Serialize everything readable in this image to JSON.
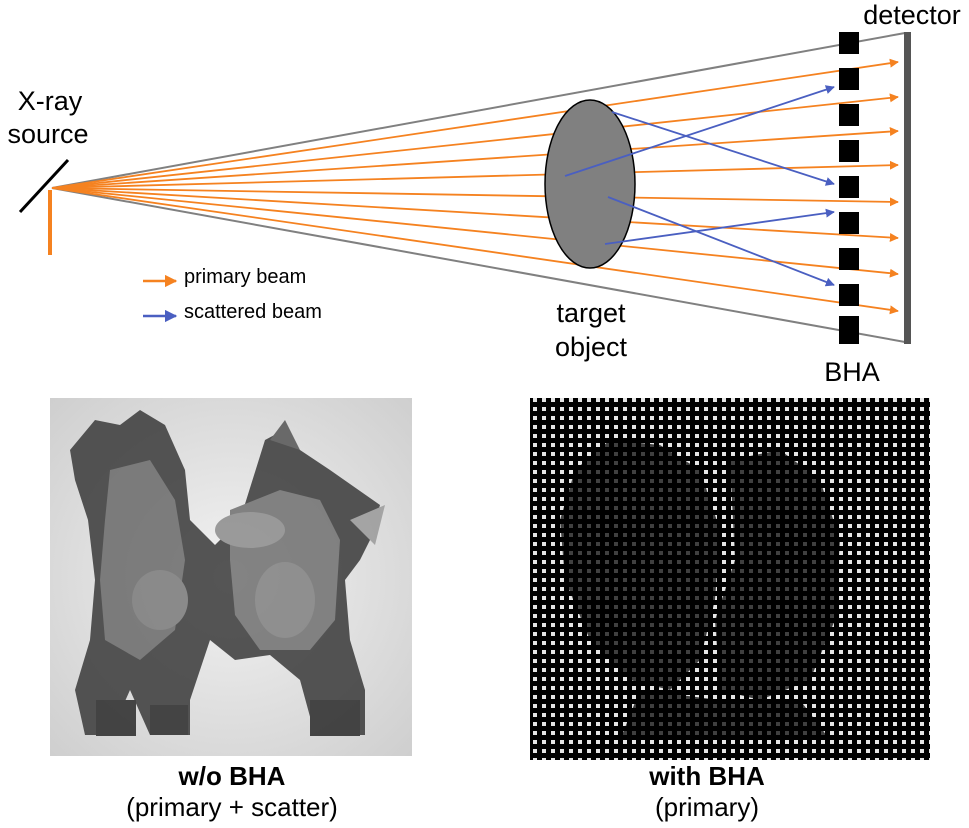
{
  "labels": {
    "source_line1": "X-ray",
    "source_line2": "source",
    "detector": "detector",
    "target_line1": "target",
    "target_line2": "object",
    "bha": "BHA"
  },
  "legend": {
    "primary": "primary beam",
    "scattered": "scattered beam"
  },
  "panels": {
    "left_title": "w/o BHA",
    "left_subtitle": "(primary + scatter)",
    "right_title": "with BHA",
    "right_subtitle": "(primary)"
  },
  "colors": {
    "primary_beam": "#F58220",
    "scattered_beam": "#4A5FC1",
    "object_fill": "#808080",
    "detector": "#555555",
    "bha_blocks": "#000000"
  }
}
